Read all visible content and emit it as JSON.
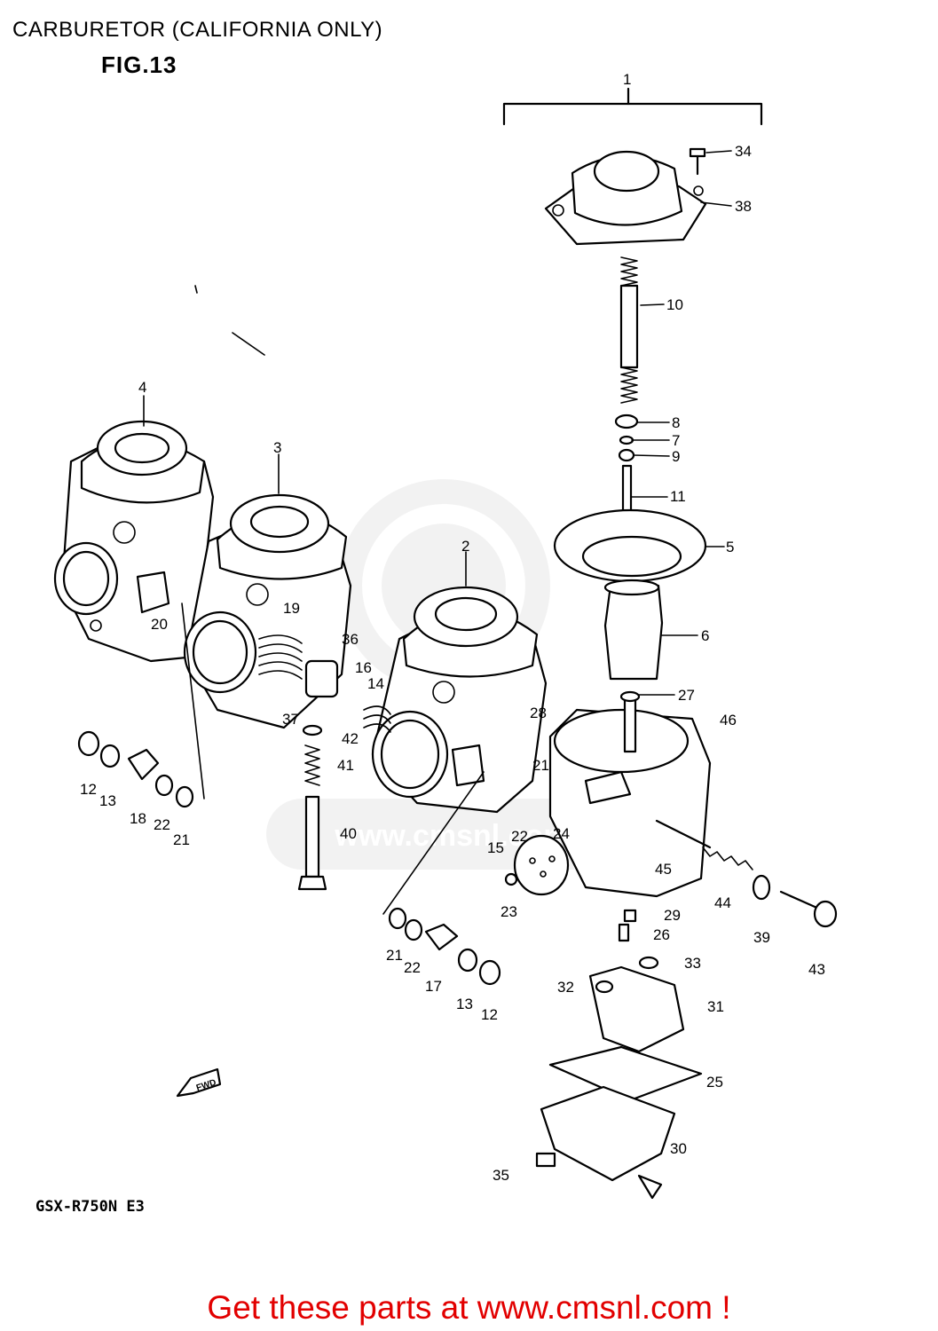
{
  "header": {
    "title": "CARBURETOR (CALIFORNIA ONLY)",
    "figure": "FIG.13"
  },
  "model_code": "GSX-R750N E3",
  "fwd_arrow_text": "FWD",
  "footer": {
    "link_text": "Get these parts at www.cmsnl.com !",
    "link_color": "#e20000"
  },
  "watermark_text": "www.cmsnl.com",
  "part_labels": [
    "1",
    "34",
    "38",
    "10",
    "8",
    "7",
    "9",
    "11",
    "5",
    "6",
    "4",
    "3",
    "2",
    "20",
    "19",
    "36",
    "16",
    "14",
    "27",
    "28",
    "46",
    "37",
    "42",
    "41",
    "40",
    "21",
    "15",
    "22",
    "24",
    "45",
    "44",
    "39",
    "43",
    "12",
    "13",
    "18",
    "22",
    "21",
    "23",
    "29",
    "26",
    "33",
    "21",
    "22",
    "17",
    "13",
    "12",
    "32",
    "31",
    "25",
    "30",
    "35"
  ]
}
